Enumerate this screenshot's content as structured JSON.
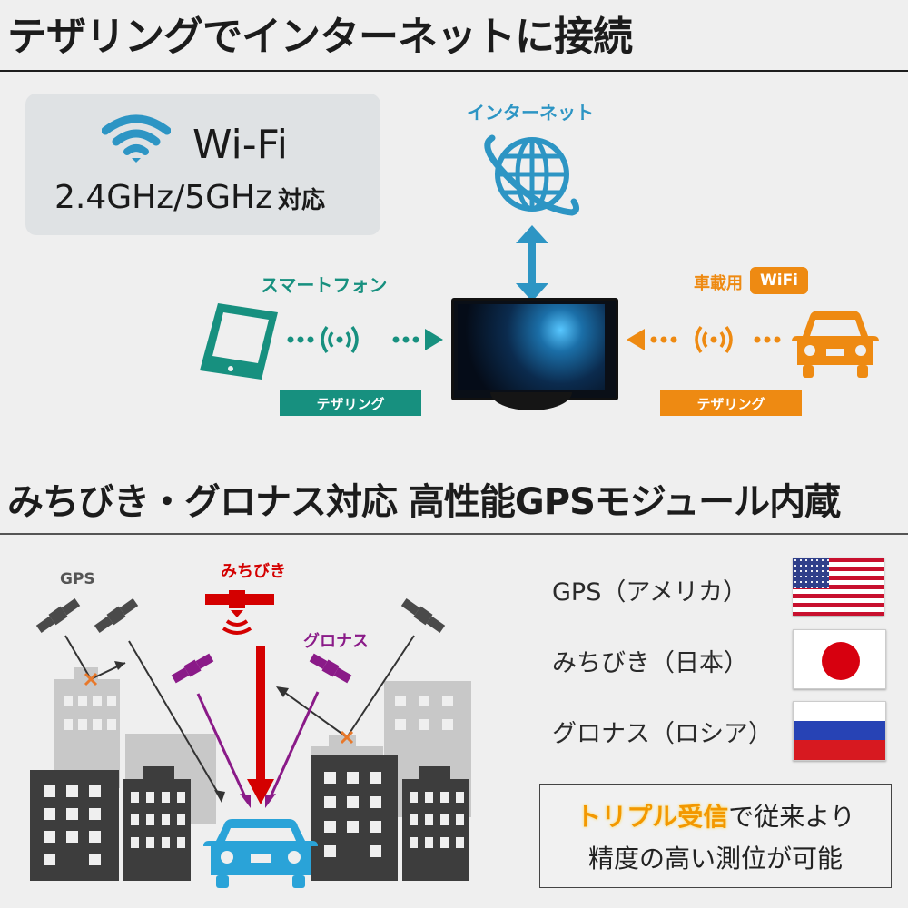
{
  "section1": {
    "title": "テザリングでインターネットに接続",
    "wifi_box": {
      "icon": "wifi-icon",
      "label": "Wi-Fi",
      "freq": "2.4GHz/5GHz",
      "freq_suffix": "対応",
      "icon_color": "#2d95c4"
    },
    "internet": {
      "label": "インターネット",
      "icon": "globe-icon",
      "color": "#2d95c4"
    },
    "smartphone": {
      "label": "スマートフォン",
      "icon": "smartphone-icon",
      "tethering_label": "テザリング",
      "color": "#17907f"
    },
    "car_wifi": {
      "label": "車載用",
      "badge": "WiFi",
      "icon": "car-icon",
      "tethering_label": "テザリング",
      "color": "#ee8a12"
    },
    "device": {
      "icon": "monitor-icon"
    }
  },
  "section2": {
    "title": "みちびき・グロナス対応 高性能GPSモジュール内蔵",
    "diagram": {
      "labels": {
        "gps": "GPS",
        "michibiki": "みちびき",
        "glonass": "グロナス"
      },
      "colors": {
        "gps": "#4a4a4a",
        "michibiki": "#d40000",
        "glonass": "#8a1a88",
        "car": "#2aa3d8",
        "blocked": "#e8782a"
      }
    },
    "systems": [
      {
        "name": "GPS（アメリカ）",
        "flag": "us-flag"
      },
      {
        "name": "みちびき（日本）",
        "flag": "japan-flag"
      },
      {
        "name": "グロナス（ロシア）",
        "flag": "russia-flag"
      }
    ],
    "callout": {
      "highlight": "トリプル受信",
      "line1_rest": "で従来より",
      "line2": "精度の高い測位が可能"
    }
  }
}
